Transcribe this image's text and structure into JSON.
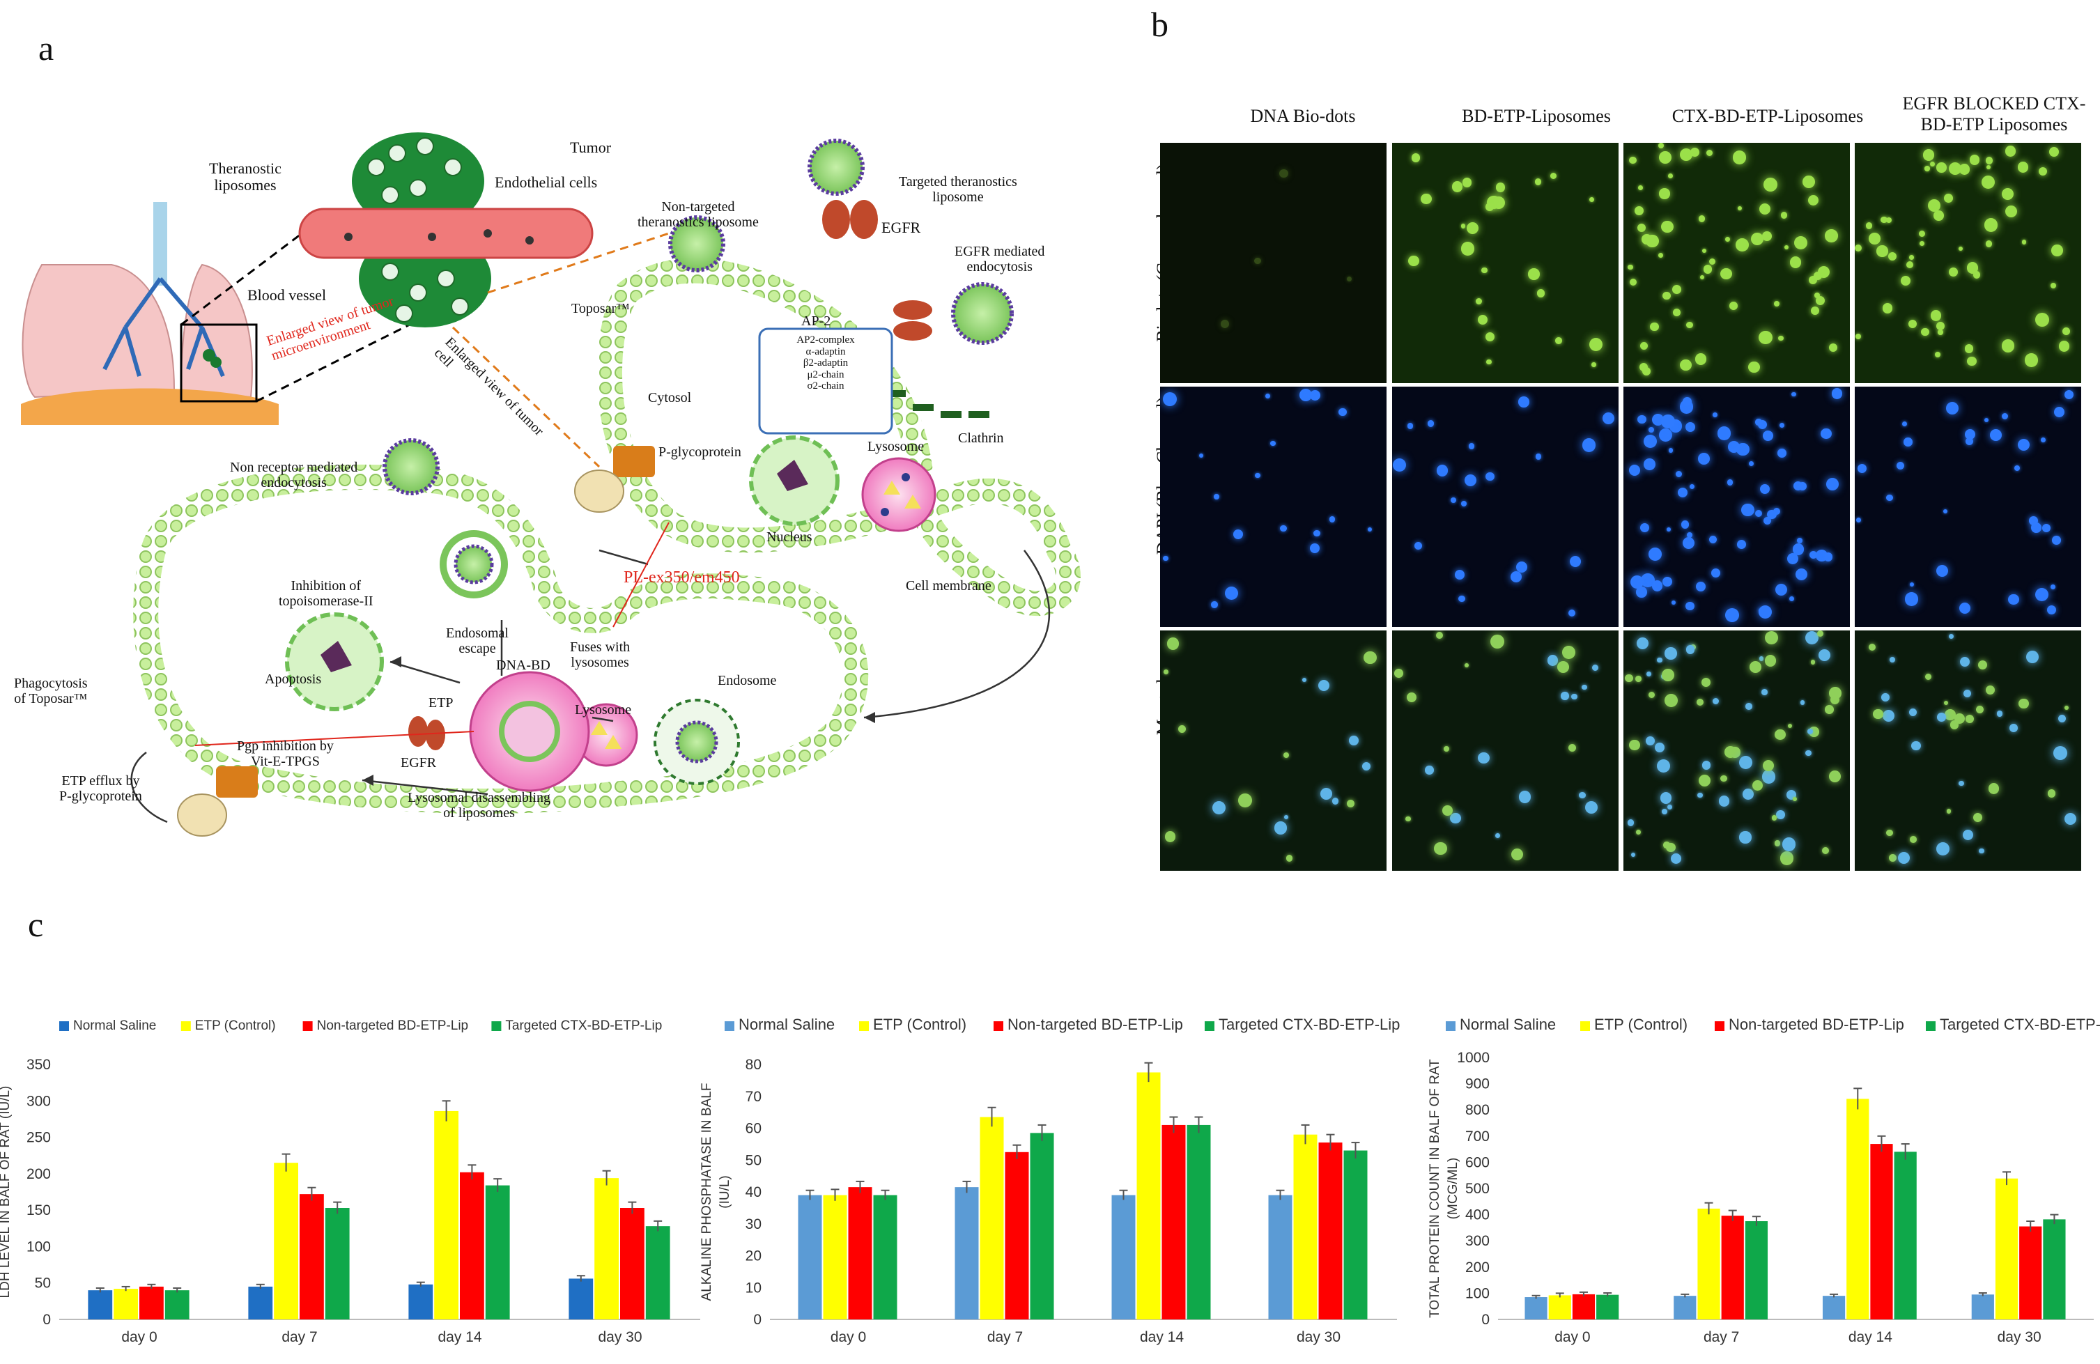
{
  "panels": {
    "a": "a",
    "b": "b",
    "c": "c"
  },
  "diagram": {
    "labels": {
      "tumor": "Tumor",
      "theranostic_liposomes": "Theranostic\nliposomes",
      "endothelial_cells": "Endothelial cells",
      "blood_vessel": "Blood vessel",
      "enlarged_tumor_microenv": "Enlarged view of tumor\nmicroenvironment",
      "enlarged_tumor_cell": "Enlarged view of tumor\ncell",
      "non_targeted_liposome": "Non-targeted\ntheranostics liposome",
      "targeted_liposome": "Targeted theranostics\nliposome",
      "egfr_top": "EGFR",
      "egfr_endocytosis": "EGFR mediated\nendocytosis",
      "toposar": "Toposar™",
      "ap2": "AP-2",
      "ap2_box": "AP2-complex\nα-adaptin\nβ2-adaptin\nμ2-chain\nσ2-chain",
      "cytosol": "Cytosol",
      "clathrin": "Clathrin",
      "p_glycoprotein": "P-glycoprotein",
      "nucleus": "Nucleus",
      "lysosome_top": "Lysosome",
      "non_receptor_endocytosis": "Non receptor mediated\nendocytosis",
      "cell_membrane": "Cell membrane",
      "pl_ex": "PL-ex350/em450",
      "inhibition_topo": "Inhibition of\ntopoisomerase-II",
      "endosomal_escape": "Endosomal\nescape",
      "dna_bd": "DNA-BD",
      "apoptosis": "Apoptosis",
      "etp": "ETP",
      "phagocytosis": "Phagocytosis\nof Toposar™",
      "fuses": "Fuses with\nlysosomes",
      "endosome": "Endosome",
      "pgp_inhibition": "Pgp inhibition by\nVit-E-TPGS",
      "egfr_bottom": "EGFR",
      "lysosome_bottom": "Lysosome",
      "lysosomal_disassembling": "Lysosomal disassembling\nof liposomes",
      "etp_efflux": "ETP efflux by\nP-glycoprotein"
    },
    "colors": {
      "membrane": "#b9e58c",
      "vessel": "#f08c8c",
      "accent_red": "#e0261c",
      "orange": "#e07a1a",
      "box_blue": "#3b6fb6"
    }
  },
  "microscopy": {
    "columns": [
      "DNA Bio-dots",
      "BD-ETP-Liposomes",
      "CTX-BD-ETP-Liposomes",
      "EGFR BLOCKED CTX-\nBD-ETP Liposomes"
    ],
    "rows": [
      "Biodots (Green channel)",
      "DAPI (Blue Channel)",
      "Merged"
    ]
  },
  "chart_data": [
    {
      "type": "bar",
      "categories": [
        "day 0",
        "day 7",
        "day 14",
        "day 30"
      ],
      "series": [
        {
          "name": "Normal Saline",
          "values": [
            40,
            45,
            48,
            56
          ],
          "errors": [
            3,
            3,
            3,
            4
          ]
        },
        {
          "name": "ETP (Control)",
          "values": [
            42,
            215,
            286,
            194
          ],
          "errors": [
            3,
            12,
            14,
            10
          ]
        },
        {
          "name": "Non-targeted BD-ETP-Lip",
          "values": [
            45,
            172,
            202,
            153
          ],
          "errors": [
            3,
            9,
            10,
            8
          ]
        },
        {
          "name": "Targeted CTX-BD-ETP-Lip",
          "values": [
            40,
            153,
            184,
            128
          ],
          "errors": [
            3,
            8,
            9,
            7
          ]
        }
      ],
      "ylabel": "LDH LEVEL IN BALF OF RAT (IU/L)",
      "ylim": [
        0,
        350
      ],
      "yticks": [
        0,
        50,
        100,
        150,
        200,
        250,
        300,
        350
      ],
      "colors": [
        "#1f6fc4",
        "#ffff00",
        "#ff0000",
        "#0fa84a"
      ],
      "legend": "top",
      "grid": false
    },
    {
      "type": "bar",
      "categories": [
        "day 0",
        "day 7",
        "day 14",
        "day 30"
      ],
      "series": [
        {
          "name": "Normal Saline",
          "values": [
            39,
            41.5,
            39,
            39
          ],
          "errors": [
            1.5,
            1.8,
            1.5,
            1.5
          ]
        },
        {
          "name": "ETP (Control)",
          "values": [
            39,
            63.5,
            77.5,
            58
          ],
          "errors": [
            1.8,
            3,
            3,
            3
          ]
        },
        {
          "name": "Non-targeted BD-ETP-Lip",
          "values": [
            41.5,
            52.5,
            61,
            55.5
          ],
          "errors": [
            1.8,
            2.2,
            2.5,
            2.5
          ]
        },
        {
          "name": "Targeted CTX-BD-ETP-Lip",
          "values": [
            39,
            58.5,
            61,
            53
          ],
          "errors": [
            1.5,
            2.5,
            2.5,
            2.5
          ]
        }
      ],
      "ylabel": "ALKALINE PHOSPHATASE IN BALF\n(IU/L)",
      "ylim": [
        0,
        80
      ],
      "yticks": [
        0,
        10,
        20,
        30,
        40,
        50,
        60,
        70,
        80
      ],
      "colors": [
        "#5b9bd5",
        "#ffff00",
        "#ff0000",
        "#0fa84a"
      ],
      "legend": "top",
      "grid": false
    },
    {
      "type": "bar",
      "categories": [
        "day 0",
        "day 7",
        "day 14",
        "day 30"
      ],
      "series": [
        {
          "name": "Normal Saline",
          "values": [
            85,
            90,
            90,
            95
          ],
          "errors": [
            6,
            6,
            6,
            6
          ]
        },
        {
          "name": "ETP (Control)",
          "values": [
            92,
            423,
            842,
            538
          ],
          "errors": [
            8,
            22,
            40,
            25
          ]
        },
        {
          "name": "Non-targeted BD-ETP-Lip",
          "values": [
            96,
            396,
            670,
            355
          ],
          "errors": [
            8,
            20,
            30,
            20
          ]
        },
        {
          "name": "Targeted CTX-BD-ETP-Lip",
          "values": [
            94,
            375,
            640,
            382
          ],
          "errors": [
            7,
            18,
            30,
            18
          ]
        }
      ],
      "ylabel": "TOTAL PROTEIN COUNT IN BALF OF RAT\n(MCG/ML)",
      "ylim": [
        0,
        1000
      ],
      "yticks": [
        0,
        100,
        200,
        300,
        400,
        500,
        600,
        700,
        800,
        900,
        1000
      ],
      "colors": [
        "#5b9bd5",
        "#ffff00",
        "#ff0000",
        "#0fa84a"
      ],
      "legend": "top",
      "grid": false
    }
  ]
}
